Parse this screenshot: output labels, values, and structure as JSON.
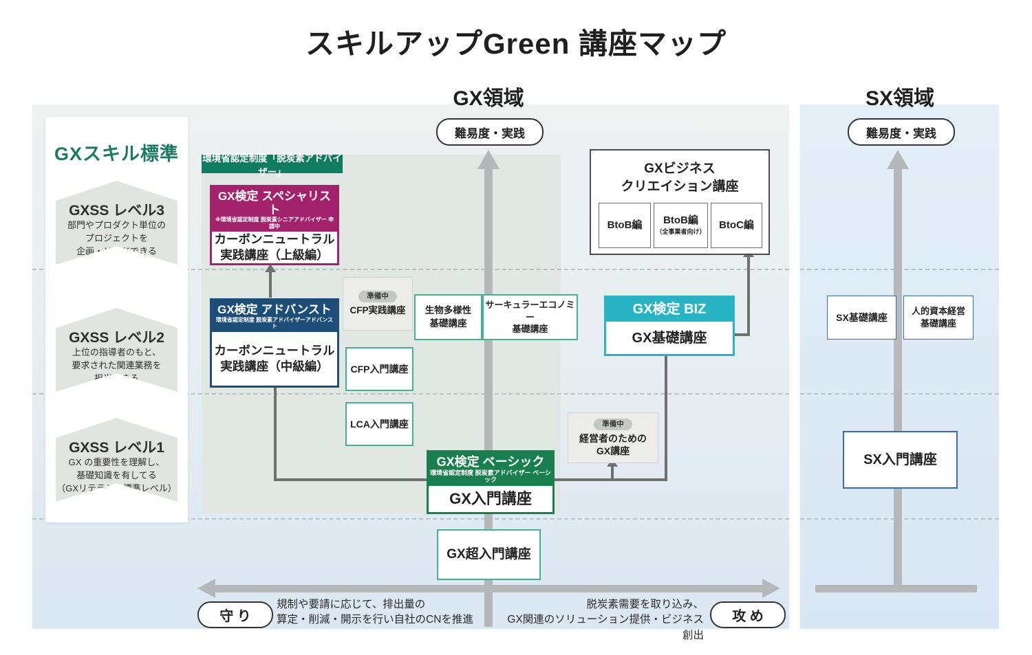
{
  "title": "スキルアップGreen 講座マップ",
  "gx": {
    "region_label": "GX領域",
    "axis_pill": "難易度・実践",
    "defense_pill": "守 り",
    "offense_pill": "攻 め",
    "defense_text": "規制や要請に応じて、排出量の\n算定・削減・開示を行い自社のCNを推進",
    "offense_text": "脱炭素需要を取り込み、\nGX関連のソリューション提供・ビジネス創出",
    "preparing_label": "準備中",
    "skill_panel": {
      "title": "GXスキル標準",
      "levels": [
        {
          "name": "GXSS レベル3",
          "desc": "部門やプロダクト単位の\nプロジェクトを\n企画・リードできる"
        },
        {
          "name": "GXSS レベル2",
          "desc": "上位の指導者のもと、\n要求された関連業務を\n担当できる"
        },
        {
          "name": "GXSS レベル1",
          "desc": "GX の重要性を理解し、\n基礎知識を有してる\n（GXリテラシー標準レベル）"
        }
      ]
    },
    "ribbon": "環境省認定制度「脱炭素アドバイザー」",
    "cert_specialist": {
      "title": "GX検定 スペシャリスト",
      "subtitle": "※環境省認定制度 脱炭素シニアアドバイザー 申請中",
      "course": "カーボンニュートラル\n実践講座（上級編）"
    },
    "cert_advanced": {
      "title": "GX検定 アドバンスト",
      "subtitle": "環境省認定制度 脱炭素アドバイザーアドバンスト",
      "course": "カーボンニュートラル\n実践講座（中級編）"
    },
    "cert_basic": {
      "title": "GX検定 ベーシック",
      "subtitle": "環境省認定制度 脱炭素アドバイザー ベーシック",
      "course": "GX入門講座"
    },
    "cert_biz": {
      "title": "GX検定 BIZ",
      "course": "GX基礎講座"
    },
    "courses": {
      "cfp_practice": "CFP実践講座",
      "biodiversity": "生物多様性\n基礎講座",
      "circular": "サーキュラーエコノミー\n基礎講座",
      "cfp_intro": "CFP入門講座",
      "lca_intro": "LCA入門講座",
      "executives": "経営者のための\nGX講座",
      "super_intro": "GX超入門講座"
    },
    "biz_creation": {
      "title": "GXビジネス\nクリエイション講座",
      "editions": [
        {
          "label": "BtoB編",
          "note": ""
        },
        {
          "label": "BtoB編",
          "note": "（全事業者向け）"
        },
        {
          "label": "BtoC編",
          "note": ""
        }
      ]
    }
  },
  "sx": {
    "region_label": "SX領域",
    "axis_pill": "難易度・実践",
    "courses": {
      "sx_basic": "SX基礎講座",
      "human_capital": "人的資本経営\n基礎講座",
      "sx_intro": "SX入門講座"
    }
  },
  "colors": {
    "ribbon_green": "#0f7b5f",
    "basic_green": "#1a7f4e",
    "specialist_magenta": "#a2236c",
    "advanced_navy": "#1d4e79",
    "biz_cyan": "#29b4c5",
    "teal_border": "#45b28f",
    "sx_blue": "#3a6ab1",
    "skill_green": "#1d7a5f",
    "axis_gray": "#b5b8b8",
    "connector_gray": "#6f7070"
  }
}
